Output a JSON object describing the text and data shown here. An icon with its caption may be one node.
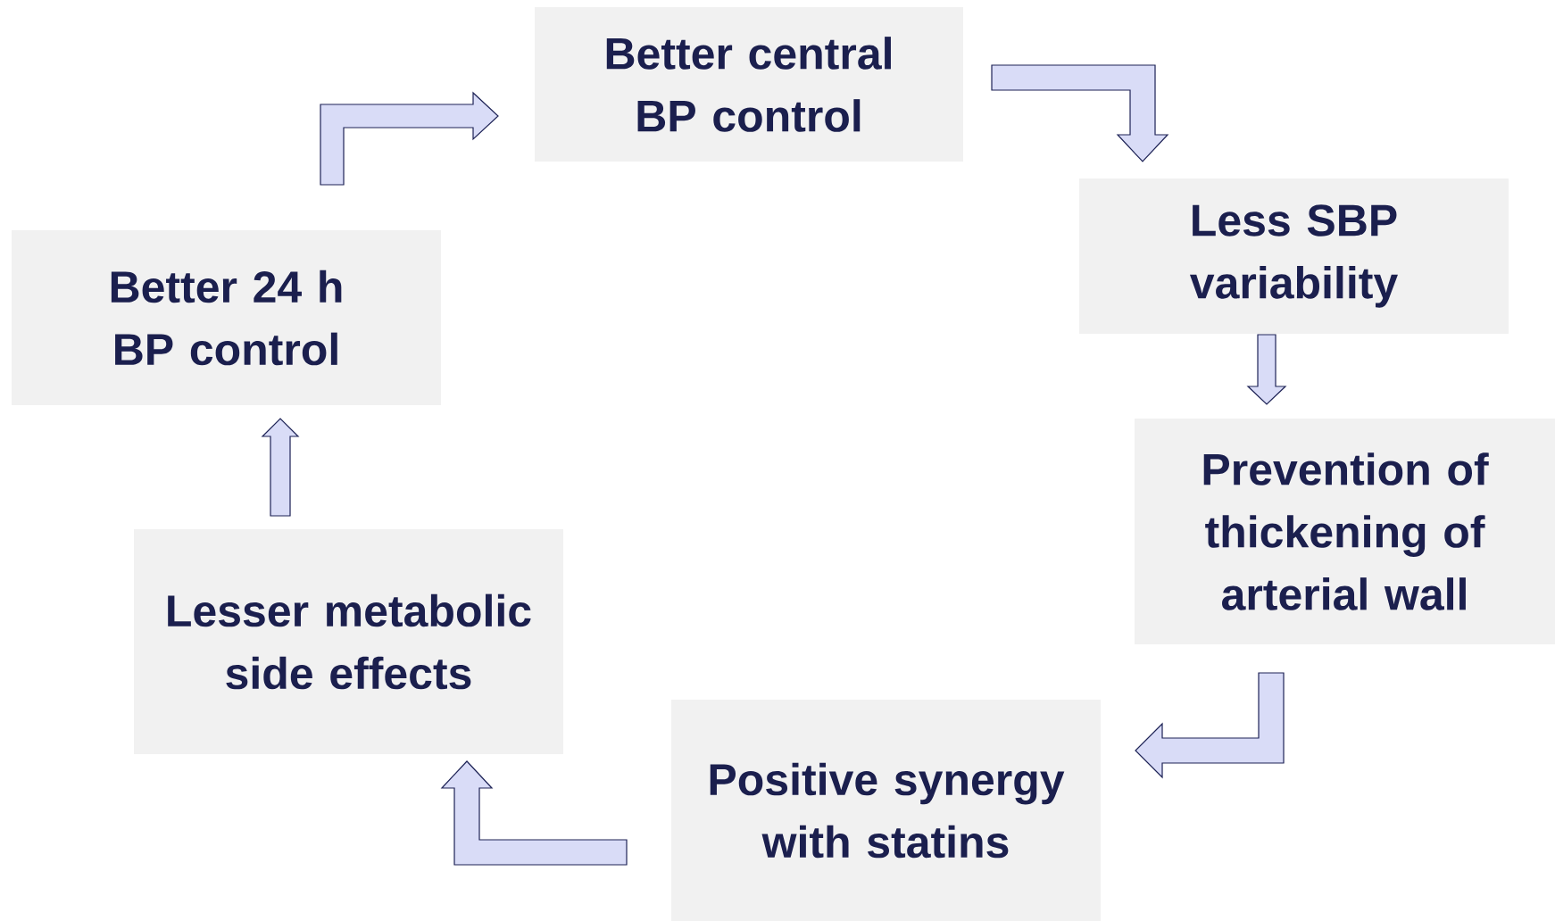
{
  "diagram": {
    "nodes": [
      {
        "text": [
          "Better central BP control"
        ]
      },
      {
        "text": [
          "Less SBP variability"
        ]
      },
      {
        "text": [
          "Prevention of thickening of arterial wall"
        ]
      },
      {
        "text": [
          "Positive synergy with statins"
        ]
      },
      {
        "text": [
          "Lesser metabolic side effects"
        ]
      },
      {
        "text": [
          "Better 24 h BP control"
        ]
      }
    ],
    "edges": [
      {
        "from": 0,
        "to": 1,
        "arrow": "to"
      },
      {
        "from": 1,
        "to": 2,
        "arrow": "to"
      },
      {
        "from": 2,
        "to": 3,
        "arrow": "to"
      },
      {
        "from": 3,
        "to": 4,
        "arrow": "to"
      },
      {
        "from": 4,
        "to": 5,
        "arrow": "to"
      },
      {
        "from": 5,
        "to": 0,
        "arrow": "to"
      }
    ]
  }
}
